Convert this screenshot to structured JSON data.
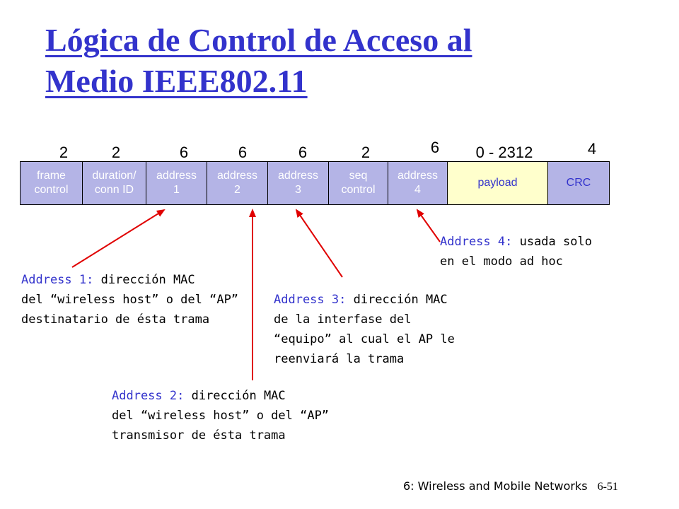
{
  "title": {
    "line1": "Lógica de Control de Acceso al",
    "line2": "Medio IEEE802.11"
  },
  "frame": {
    "bytes": [
      "2",
      "2",
      "6",
      "6",
      "6",
      "2",
      "6",
      "0 - 2312",
      "4"
    ],
    "fields": [
      {
        "label": "frame\ncontrol",
        "kind": "header"
      },
      {
        "label": "duration/\nconn ID",
        "kind": "header"
      },
      {
        "label": "address\n1",
        "kind": "header"
      },
      {
        "label": "address\n2",
        "kind": "header"
      },
      {
        "label": "address\n3",
        "kind": "header"
      },
      {
        "label": "seq\ncontrol",
        "kind": "header"
      },
      {
        "label": "address\n4",
        "kind": "header"
      },
      {
        "label": "payload",
        "kind": "payload"
      },
      {
        "label": "CRC",
        "kind": "crc"
      }
    ]
  },
  "annotations": {
    "addr1": {
      "label": "Address 1:",
      "text": " dirección MAC\ndel “wireless host” o del “AP”\ndestinatario de ésta trama"
    },
    "addr2": {
      "label": "Address 2:",
      "text": " dirección MAC\ndel “wireless host” o del “AP”\ntransmisor de ésta trama"
    },
    "addr3": {
      "label": "Address 3:",
      "text": " dirección MAC\nde la interfase del\n“equipo” al cual el AP le\nreenviará la trama"
    },
    "addr4": {
      "label": "Address 4:",
      "text": " usada solo\nen el modo ad hoc"
    }
  },
  "footer": {
    "chapter": "6: Wireless and Mobile Networks",
    "page": "6-51"
  },
  "colors": {
    "title": "#3333cc",
    "field_fill": "#b4b4e6",
    "payload_fill": "#ffffcc",
    "arrow": "#e00000"
  }
}
